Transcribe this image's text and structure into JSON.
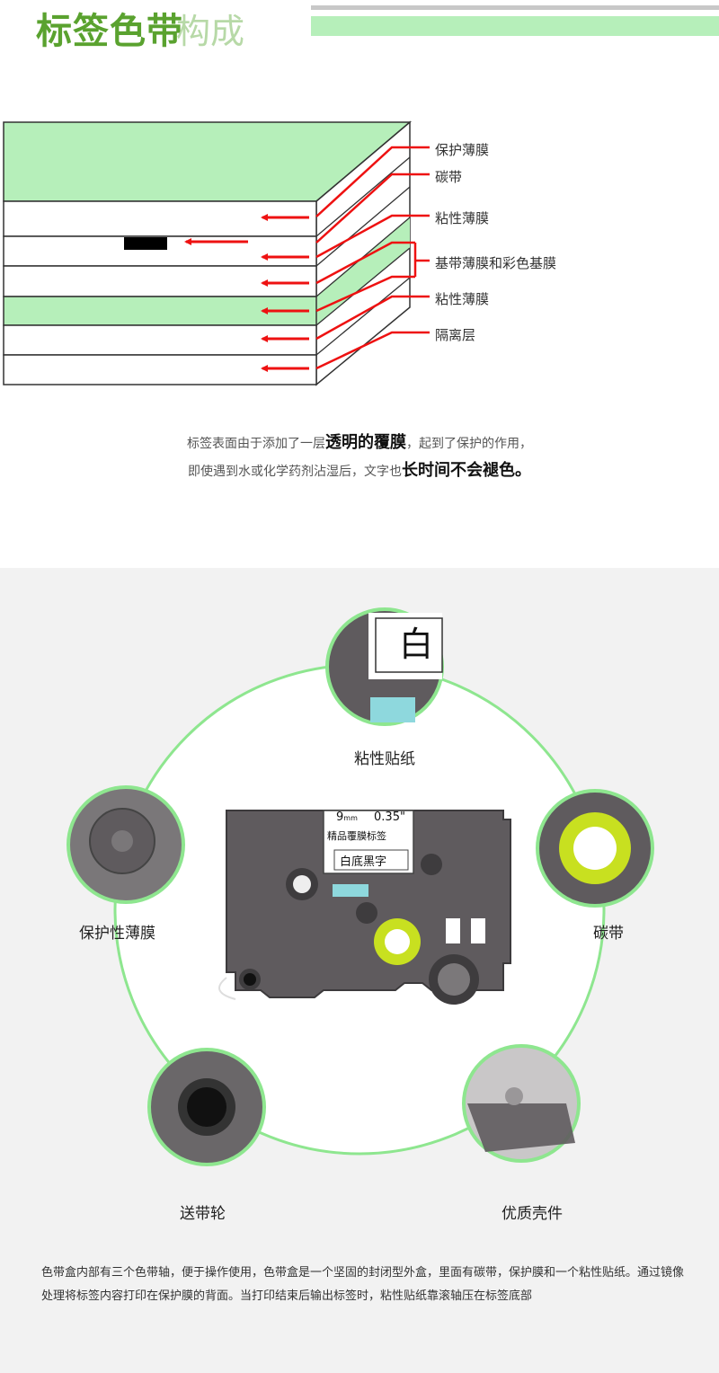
{
  "header": {
    "title_main": "标签色带",
    "title_sub": "构成"
  },
  "layers": {
    "labels": [
      "保护薄膜",
      "碳带",
      "粘性薄膜",
      "基带薄膜和彩色基膜",
      "粘性薄膜",
      "隔离层"
    ],
    "colors": {
      "green": "#b6efba",
      "arrow": "#ee1111"
    }
  },
  "description": {
    "line1_pre": "标签表面由于添加了一层",
    "line1_emph": "透明的覆膜",
    "line1_post": "，起到了保护的作用，",
    "line2_pre": "即使遇到水或化学药剂沾湿后，文字也",
    "line2_emph": "长时间不会褪色。"
  },
  "cassette": {
    "size": "9mm",
    "size_num": "9",
    "size_unit": "mm",
    "inch": "0.35\"",
    "name": "精品覆膜标签",
    "type": "白底黑字",
    "detail_text": "白"
  },
  "parts": {
    "sticker": "粘性贴纸",
    "protect": "保护性薄膜",
    "ribbon": "碳带",
    "wheel": "送带轮",
    "shell": "优质壳件"
  },
  "bottom_text": "色带盒内部有三个色带轴，便于操作使用，色带盒是一个坚固的封闭型外盒，里面有碳带，保护膜和一个粘性贴纸。通过镜像处理将标签内容打印在保护膜的背面。当打印结束后输出标签时，粘性贴纸靠滚轴压在标签底部"
}
